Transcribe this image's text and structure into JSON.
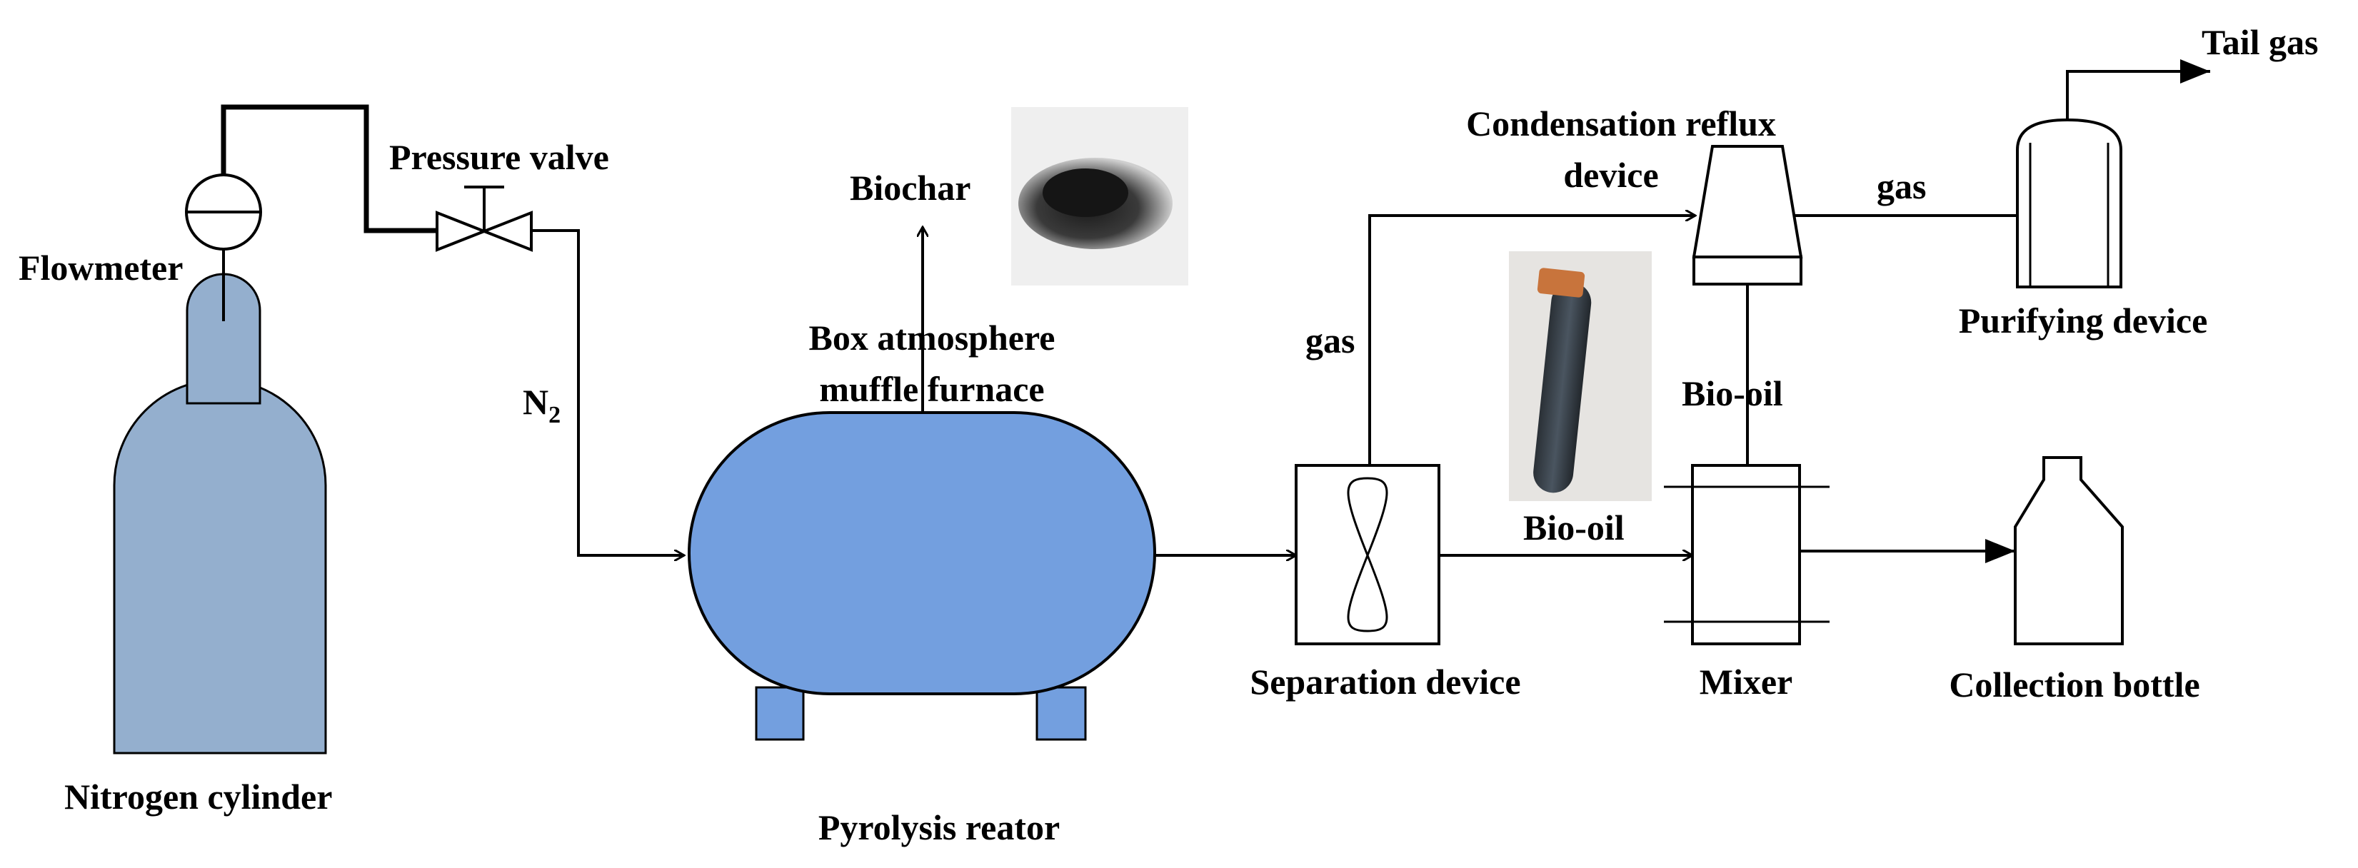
{
  "labels": {
    "flowmeter": "Flowmeter",
    "pressure_valve": "Pressure valve",
    "nitrogen_cylinder": "Nitrogen cylinder",
    "n2_symbol": "N",
    "n2_subscript": "2",
    "biochar": "Biochar",
    "furnace_line1": "Box atmosphere",
    "furnace_line2": "muffle furnace",
    "pyrolysis_reactor": "Pyrolysis reator",
    "gas_separation": "gas",
    "separation_device": "Separation device",
    "condensation_line1": "Condensation reflux",
    "condensation_line2": "device",
    "gas_condensation": "gas",
    "bio_oil_upper": "Bio-oil",
    "bio_oil_lower": "Bio-oil",
    "mixer": "Mixer",
    "purifying_device": "Purifying device",
    "tail_gas": "Tail gas",
    "collection_bottle": "Collection bottle"
  },
  "colors": {
    "cylinder_fill": "#94afce",
    "reactor_fill": "#739fdf",
    "line": "#000000",
    "background": "#ffffff"
  },
  "photos": {
    "biochar_photo": "biochar-photo",
    "bio_oil_photo": "bio-oil-tube-photo"
  }
}
